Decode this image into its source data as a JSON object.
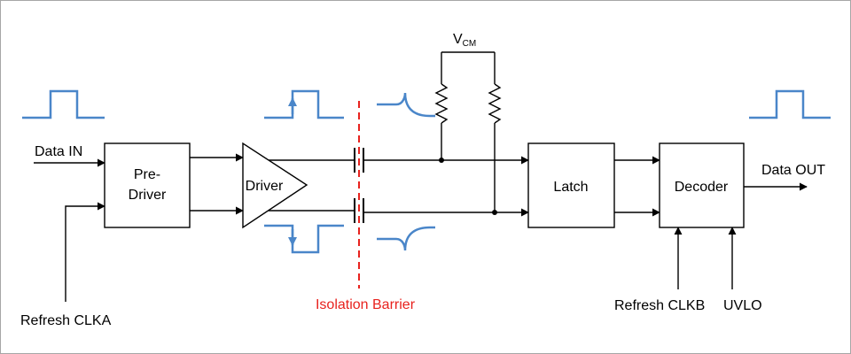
{
  "labels": {
    "data_in": "Data IN",
    "refresh_clka": "Refresh CLKA",
    "pre_driver_line1": "Pre-",
    "pre_driver_line2": "Driver",
    "driver": "Driver",
    "vcm_main": "V",
    "vcm_sub": "CM",
    "latch": "Latch",
    "decoder": "Decoder",
    "data_out": "Data OUT",
    "refresh_clkb": "Refresh CLKB",
    "uvlo": "UVLO",
    "isolation_barrier": "Isolation Barrier"
  },
  "colors": {
    "waveform": "#4a86c9",
    "barrier": "#e8221e",
    "line": "#000000"
  },
  "icons": [
    "arrowhead",
    "resistor-zigzag",
    "capacitor",
    "junction-dot"
  ]
}
